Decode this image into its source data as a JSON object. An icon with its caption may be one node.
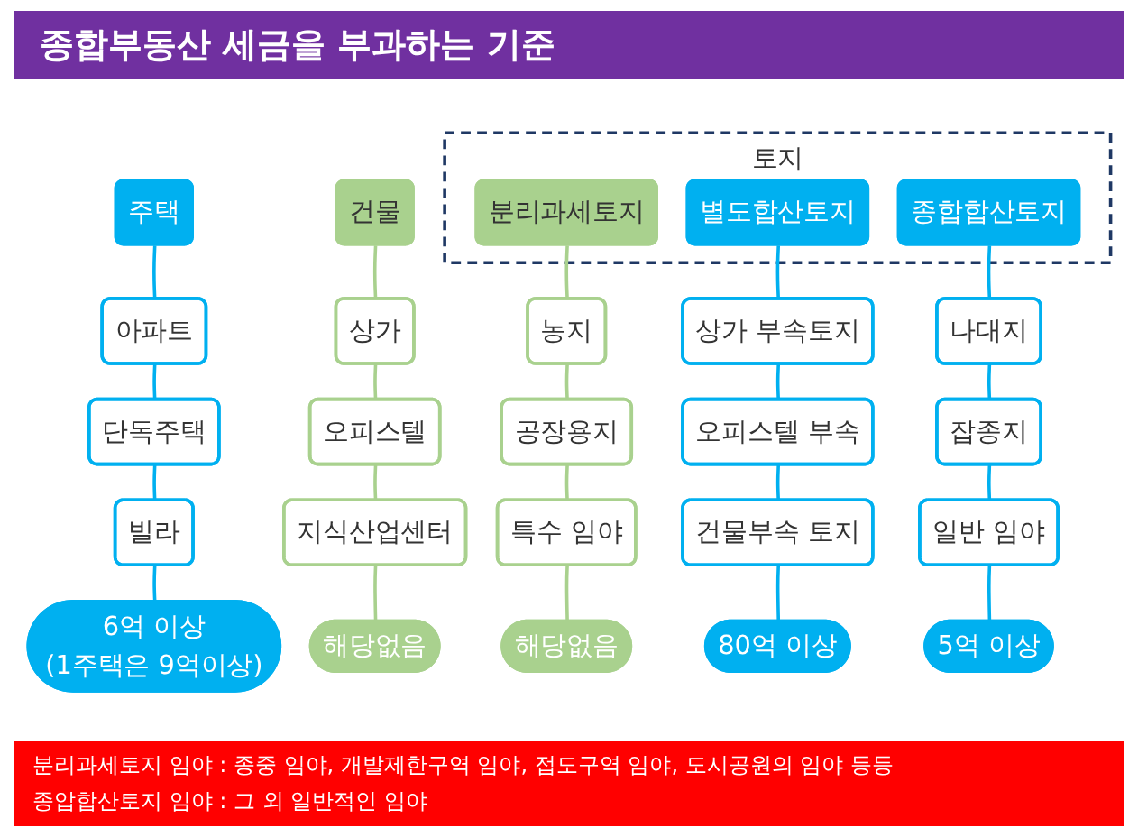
{
  "diagram": {
    "title": "종합부동산 세금을 부과하는 기준",
    "nodes": [
      {
        "text": [
          "주택"
        ]
      },
      {
        "text": [
          "건물"
        ]
      },
      {
        "text": [
          "토지"
        ]
      },
      {
        "text": [
          "분리과세토지"
        ],
        "in": 2
      },
      {
        "text": [
          "별도합산토지"
        ],
        "in": 2
      },
      {
        "text": [
          "종합합산토지"
        ],
        "in": 2
      },
      {
        "text": [
          "아파트"
        ]
      },
      {
        "text": [
          "단독주택"
        ]
      },
      {
        "text": [
          "빌라"
        ]
      },
      {
        "text": [
          "6억 이상",
          "(1주택은 9억이상)"
        ]
      },
      {
        "text": [
          "상가"
        ]
      },
      {
        "text": [
          "오피스텔"
        ]
      },
      {
        "text": [
          "지식산업센터"
        ]
      },
      {
        "text": [
          "해당없음"
        ]
      },
      {
        "text": [
          "농지"
        ]
      },
      {
        "text": [
          "공장용지"
        ]
      },
      {
        "text": [
          "특수 임야"
        ]
      },
      {
        "text": [
          "해당없음"
        ]
      },
      {
        "text": [
          "상가 부속토지"
        ]
      },
      {
        "text": [
          "오피스텔 부속"
        ]
      },
      {
        "text": [
          "건물부속 토지"
        ]
      },
      {
        "text": [
          "80억 이상"
        ]
      },
      {
        "text": [
          "나대지"
        ]
      },
      {
        "text": [
          "잡종지"
        ]
      },
      {
        "text": [
          "일반 임야"
        ]
      },
      {
        "text": [
          "5억 이상"
        ]
      }
    ],
    "edges": [
      {
        "from": 0,
        "to": 6,
        "arrow": "none"
      },
      {
        "from": 6,
        "to": 7,
        "arrow": "none"
      },
      {
        "from": 7,
        "to": 8,
        "arrow": "none"
      },
      {
        "from": 8,
        "to": 9,
        "arrow": "none"
      },
      {
        "from": 1,
        "to": 10,
        "arrow": "none",
        "color": "#a9d18e"
      },
      {
        "from": 10,
        "to": 11,
        "arrow": "none",
        "color": "#a9d18e"
      },
      {
        "from": 11,
        "to": 12,
        "arrow": "none",
        "color": "#a9d18e"
      },
      {
        "from": 12,
        "to": 13,
        "arrow": "none",
        "color": "#a9d18e"
      },
      {
        "from": 3,
        "to": 14,
        "arrow": "none",
        "color": "#a9d18e"
      },
      {
        "from": 14,
        "to": 15,
        "arrow": "none",
        "color": "#a9d18e"
      },
      {
        "from": 15,
        "to": 16,
        "arrow": "none",
        "color": "#a9d18e"
      },
      {
        "from": 16,
        "to": 17,
        "arrow": "none",
        "color": "#a9d18e"
      },
      {
        "from": 4,
        "to": 18,
        "arrow": "none"
      },
      {
        "from": 18,
        "to": 19,
        "arrow": "none"
      },
      {
        "from": 19,
        "to": 20,
        "arrow": "none"
      },
      {
        "from": 20,
        "to": 21,
        "arrow": "none"
      },
      {
        "from": 5,
        "to": 22,
        "arrow": "none"
      },
      {
        "from": 22,
        "to": 23,
        "arrow": "none"
      },
      {
        "from": 23,
        "to": 24,
        "arrow": "none"
      },
      {
        "from": 24,
        "to": 25,
        "arrow": "none"
      }
    ],
    "labels": [
      "분리과세토지 임야 : 종중 임야, 개발제한구역 임야, 접도구역 임야, 도시공원의 임야 등등",
      "종압합산토지 임야 : 그 외 일반적인 임야"
    ]
  }
}
